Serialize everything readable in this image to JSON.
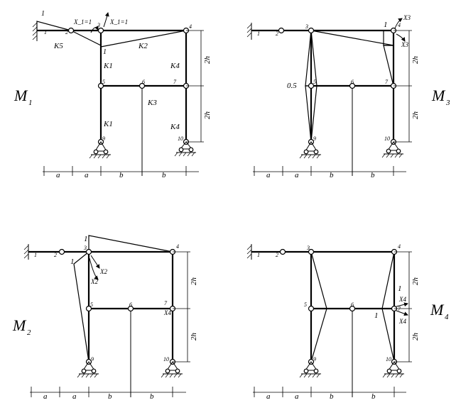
{
  "panels": {
    "m1": {
      "title": "M",
      "sub": "1",
      "nodes": [
        "1",
        "2",
        "3",
        "4",
        "5",
        "6",
        "7",
        "9",
        "10"
      ],
      "stiffness": [
        "K5",
        "K2",
        "K1",
        "K4",
        "K3",
        "K1",
        "K4"
      ],
      "unknown_left": "X_1=1",
      "unknown_right": "X_1=1",
      "value_one_a": "1",
      "value_one_b": "1",
      "heights": [
        "2h",
        "2h"
      ],
      "spans": [
        "a",
        "a",
        "b",
        "b"
      ]
    },
    "m2": {
      "title": "M",
      "sub": "2",
      "nodes": [
        "1",
        "2",
        "3",
        "4",
        "5",
        "6",
        "7",
        "9",
        "10"
      ],
      "unknown_a": "X2",
      "unknown_b": "X2",
      "value_one_a": "1",
      "value_one_b": "1",
      "x4": "X4",
      "heights": [
        "2h",
        "2h"
      ],
      "spans": [
        "a",
        "a",
        "b",
        "b"
      ]
    },
    "m3": {
      "title": "M",
      "sub": "3",
      "nodes": [
        "1",
        "2",
        "3",
        "4",
        "5",
        "6",
        "7",
        "9",
        "10"
      ],
      "unknown_a": "X3",
      "unknown_b": "X3",
      "value_one": "1",
      "value_half": "0.5",
      "heights": [
        "2h",
        "2h"
      ],
      "spans": [
        "a",
        "a",
        "b",
        "b"
      ]
    },
    "m4": {
      "title": "M",
      "sub": "4",
      "nodes": [
        "1",
        "2",
        "3",
        "4",
        "5",
        "6",
        "7",
        "9",
        "10"
      ],
      "unknown_a": "X4",
      "unknown_b": "X4",
      "value_one_a": "1",
      "value_one_b": "1",
      "heights": [
        "2h",
        "2h"
      ],
      "spans": [
        "a",
        "a",
        "b",
        "b"
      ]
    }
  }
}
